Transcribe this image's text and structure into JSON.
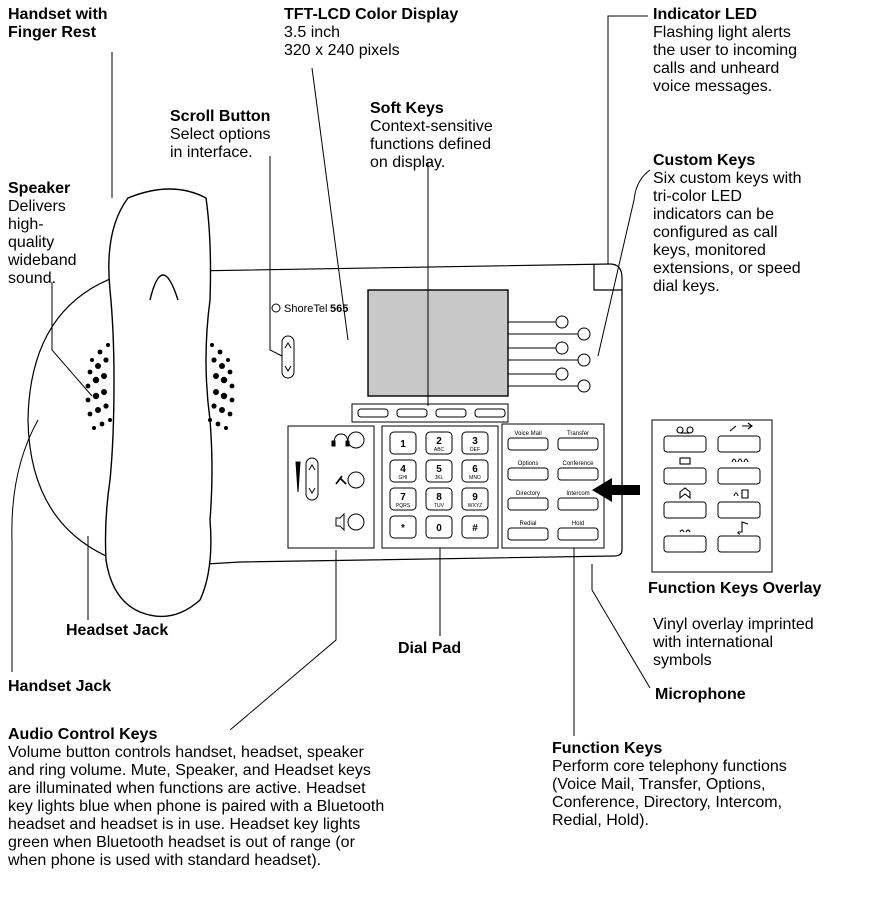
{
  "callouts": {
    "handset": {
      "title": "Handset with\nFinger Rest"
    },
    "display": {
      "title": "TFT-LCD Color Display",
      "desc": "3.5 inch\n320 x 240 pixels"
    },
    "indicator": {
      "title": "Indicator LED",
      "desc": "Flashing light alerts\nthe user to incoming\ncalls and unheard\nvoice messages."
    },
    "scroll": {
      "title": "Scroll Button",
      "desc": "Select options\nin interface."
    },
    "softkeys": {
      "title": "Soft Keys",
      "desc": "Context-sensitive\nfunctions defined\non display."
    },
    "custom": {
      "title": "Custom Keys",
      "desc": "Six custom keys with\ntri-color LED\nindicators can be\nconfigured as call\nkeys, monitored\nextensions, or speed\ndial keys."
    },
    "speaker": {
      "title": "Speaker",
      "desc": "Delivers\nhigh-\nquality\nwideband\nsound."
    },
    "overlay": {
      "title": "Function Keys Overlay",
      "desc": "Vinyl overlay imprinted\nwith international\nsymbols"
    },
    "headset_jack": {
      "title": "Headset Jack"
    },
    "dialpad": {
      "title": "Dial Pad"
    },
    "handset_jack": {
      "title": "Handset Jack"
    },
    "microphone": {
      "title": "Microphone"
    },
    "audio": {
      "title": "Audio Control Keys",
      "desc": "Volume button controls handset, headset, speaker\nand ring volume. Mute, Speaker, and Headset keys\nare illuminated when functions are active. Headset\nkey lights blue when phone is paired with a Bluetooth\nheadset and headset is in use. Headset key lights\ngreen when Bluetooth headset is out of range (or\nwhen phone is used with standard headset)."
    },
    "function": {
      "title": "Function Keys",
      "desc": "Perform core telephony functions\n(Voice Mail, Transfer, Options,\nConference, Directory, Intercom,\nRedial, Hold)."
    }
  },
  "phone": {
    "brand": "ShoreTel",
    "model": "565",
    "dialpad": [
      {
        "digit": "1",
        "letters": ""
      },
      {
        "digit": "2",
        "letters": "ABC"
      },
      {
        "digit": "3",
        "letters": "DEF"
      },
      {
        "digit": "4",
        "letters": "GHI"
      },
      {
        "digit": "5",
        "letters": "JKL"
      },
      {
        "digit": "6",
        "letters": "MNO"
      },
      {
        "digit": "7",
        "letters": "PQRS"
      },
      {
        "digit": "8",
        "letters": "TUV"
      },
      {
        "digit": "9",
        "letters": "WXYZ"
      },
      {
        "digit": "*",
        "letters": ""
      },
      {
        "digit": "0",
        "letters": ""
      },
      {
        "digit": "#",
        "letters": ""
      }
    ],
    "function_keys": [
      "Voice Mail",
      "Transfer",
      "Options",
      "Conference",
      "Directory",
      "Intercom",
      "Redial",
      "Hold"
    ]
  }
}
